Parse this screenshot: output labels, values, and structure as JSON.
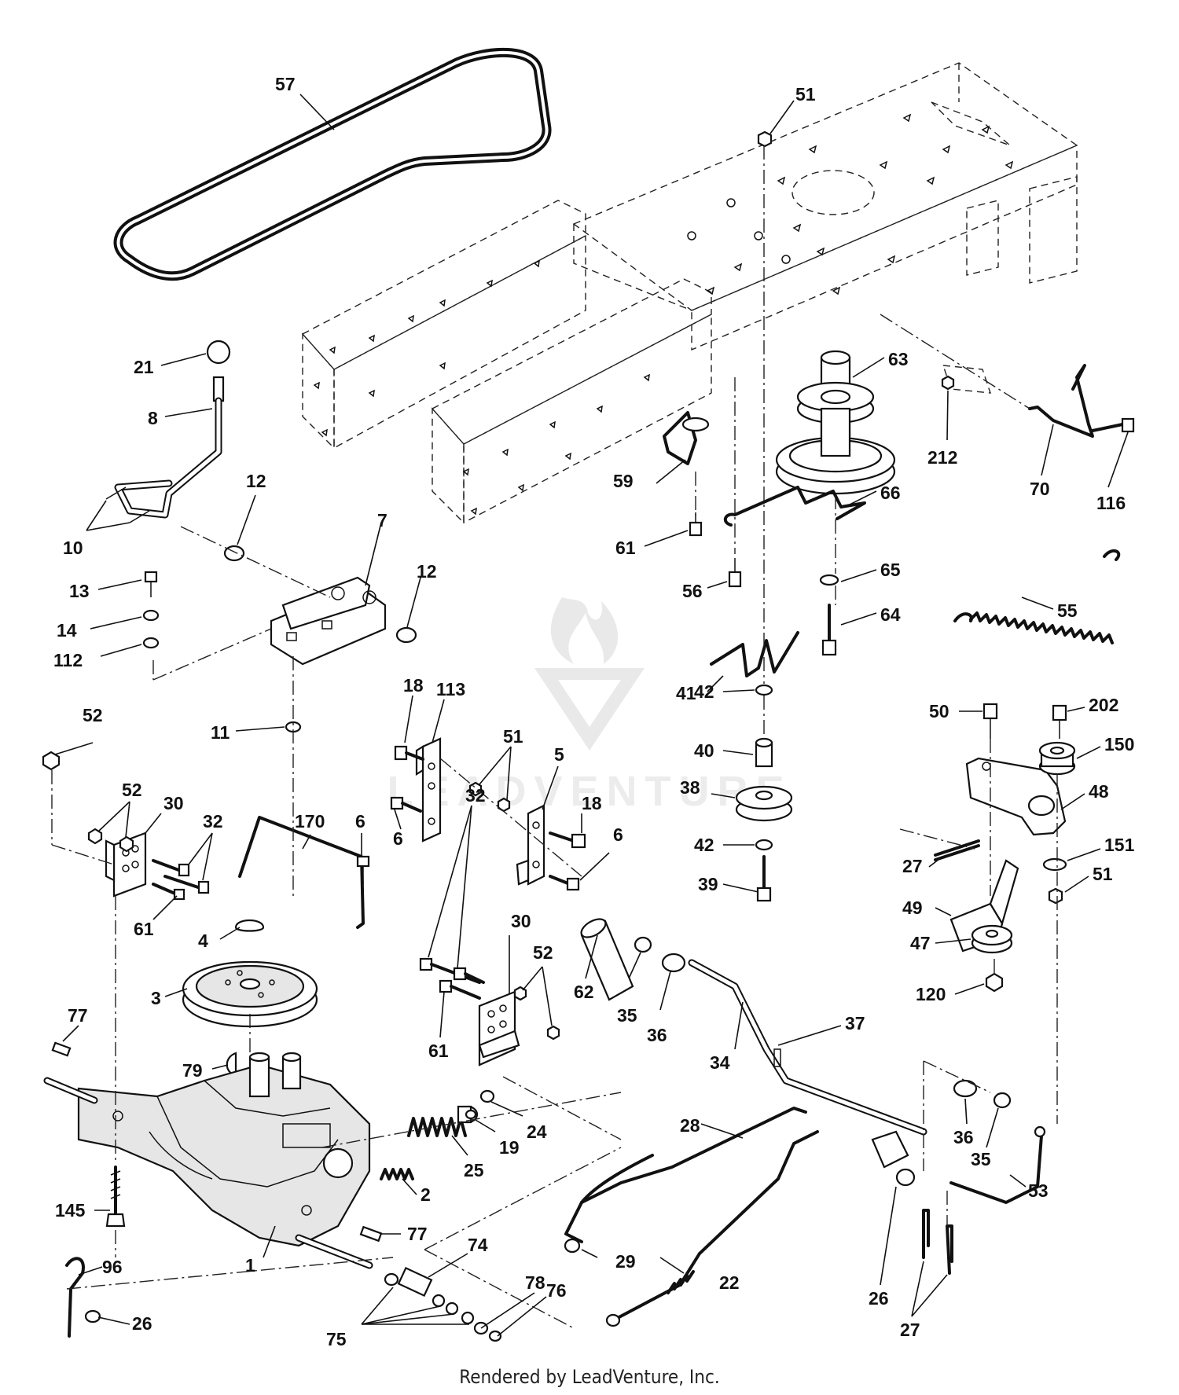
{
  "diagram": {
    "footer": "Rendered by LeadVenture, Inc.",
    "watermark": "LEADVENTURE",
    "labels": [
      {
        "id": "57",
        "text": "57"
      },
      {
        "id": "51a",
        "text": "51"
      },
      {
        "id": "21",
        "text": "21"
      },
      {
        "id": "8",
        "text": "8"
      },
      {
        "id": "10",
        "text": "10"
      },
      {
        "id": "12a",
        "text": "12"
      },
      {
        "id": "7",
        "text": "7"
      },
      {
        "id": "12b",
        "text": "12"
      },
      {
        "id": "13",
        "text": "13"
      },
      {
        "id": "14",
        "text": "14"
      },
      {
        "id": "112",
        "text": "112"
      },
      {
        "id": "11",
        "text": "11"
      },
      {
        "id": "52a",
        "text": "52"
      },
      {
        "id": "52b",
        "text": "52"
      },
      {
        "id": "30a",
        "text": "30"
      },
      {
        "id": "32a",
        "text": "32"
      },
      {
        "id": "61a",
        "text": "61"
      },
      {
        "id": "170",
        "text": "170"
      },
      {
        "id": "6a",
        "text": "6"
      },
      {
        "id": "4",
        "text": "4"
      },
      {
        "id": "3",
        "text": "3"
      },
      {
        "id": "77a",
        "text": "77"
      },
      {
        "id": "79",
        "text": "79"
      },
      {
        "id": "145",
        "text": "145"
      },
      {
        "id": "96",
        "text": "96"
      },
      {
        "id": "26a",
        "text": "26"
      },
      {
        "id": "1",
        "text": "1"
      },
      {
        "id": "18a",
        "text": "18"
      },
      {
        "id": "113",
        "text": "113"
      },
      {
        "id": "51b",
        "text": "51"
      },
      {
        "id": "6b",
        "text": "6"
      },
      {
        "id": "5",
        "text": "5"
      },
      {
        "id": "18b",
        "text": "18"
      },
      {
        "id": "6c",
        "text": "6"
      },
      {
        "id": "32b",
        "text": "32"
      },
      {
        "id": "30b",
        "text": "30"
      },
      {
        "id": "52c",
        "text": "52"
      },
      {
        "id": "61b",
        "text": "61"
      },
      {
        "id": "62",
        "text": "62"
      },
      {
        "id": "35a",
        "text": "35"
      },
      {
        "id": "36a",
        "text": "36"
      },
      {
        "id": "24",
        "text": "24"
      },
      {
        "id": "19",
        "text": "19"
      },
      {
        "id": "25",
        "text": "25"
      },
      {
        "id": "2",
        "text": "2"
      },
      {
        "id": "77b",
        "text": "77"
      },
      {
        "id": "74",
        "text": "74"
      },
      {
        "id": "75",
        "text": "75"
      },
      {
        "id": "78",
        "text": "78"
      },
      {
        "id": "76",
        "text": "76"
      },
      {
        "id": "59",
        "text": "59"
      },
      {
        "id": "61c",
        "text": "61"
      },
      {
        "id": "56",
        "text": "56"
      },
      {
        "id": "63",
        "text": "63"
      },
      {
        "id": "66",
        "text": "66"
      },
      {
        "id": "65",
        "text": "65"
      },
      {
        "id": "64",
        "text": "64"
      },
      {
        "id": "212",
        "text": "212"
      },
      {
        "id": "70",
        "text": "70"
      },
      {
        "id": "116",
        "text": "116"
      },
      {
        "id": "55",
        "text": "55"
      },
      {
        "id": "41",
        "text": "41"
      },
      {
        "id": "42a",
        "text": "42"
      },
      {
        "id": "40",
        "text": "40"
      },
      {
        "id": "38",
        "text": "38"
      },
      {
        "id": "42b",
        "text": "42"
      },
      {
        "id": "39",
        "text": "39"
      },
      {
        "id": "50",
        "text": "50"
      },
      {
        "id": "202",
        "text": "202"
      },
      {
        "id": "150",
        "text": "150"
      },
      {
        "id": "48",
        "text": "48"
      },
      {
        "id": "27a",
        "text": "27"
      },
      {
        "id": "151",
        "text": "151"
      },
      {
        "id": "51c",
        "text": "51"
      },
      {
        "id": "49",
        "text": "49"
      },
      {
        "id": "47",
        "text": "47"
      },
      {
        "id": "120",
        "text": "120"
      },
      {
        "id": "37",
        "text": "37"
      },
      {
        "id": "34",
        "text": "34"
      },
      {
        "id": "28",
        "text": "28"
      },
      {
        "id": "36b",
        "text": "36"
      },
      {
        "id": "35b",
        "text": "35"
      },
      {
        "id": "53",
        "text": "53"
      },
      {
        "id": "29",
        "text": "29"
      },
      {
        "id": "22",
        "text": "22"
      },
      {
        "id": "26b",
        "text": "26"
      },
      {
        "id": "27b",
        "text": "27"
      }
    ]
  }
}
